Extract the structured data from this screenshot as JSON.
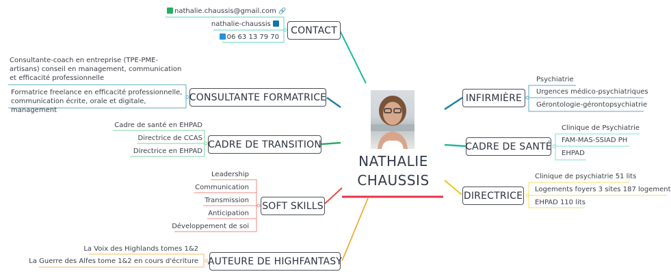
{
  "center": {
    "name_line1": "NATHALIE",
    "name_line2": "CHAUSSIS",
    "photo": "portrait-photo",
    "underline_color": "#e8334a"
  },
  "branches": {
    "contact": {
      "label": "CONTACT",
      "color": "#1abc9c",
      "items": [
        {
          "text": "nathalie.chaussis@gmail.com",
          "icon": "email-icon",
          "suffix_icon": "link-icon"
        },
        {
          "text": "nathalie-chaussis",
          "suffix_icon": "linkedin-icon"
        },
        {
          "text": "06 63 13 79 70",
          "icon": "phone-icon"
        }
      ]
    },
    "consultante": {
      "label": "CONSULTANTE FORMATRICE",
      "color": "#1a7f9c",
      "items": [
        {
          "text": "Consultante-coach en entreprise (TPE-PME-artisans) conseil en management, communication et efficacité professionnelle"
        },
        {
          "text": "Formatrice freelance  en efficacité professionnelle, communication écrite, orale et digitale, management"
        }
      ]
    },
    "transition": {
      "label": "CADRE DE TRANSITION",
      "color": "#27ae60",
      "items": [
        {
          "text": "Cadre de santé en EHPAD"
        },
        {
          "text": "Directrice de CCAS"
        },
        {
          "text": "Directrice en EHPAD"
        }
      ]
    },
    "soft": {
      "label": "SOFT SKILLS",
      "color": "#e74c3c",
      "items": [
        {
          "text": "Leadership"
        },
        {
          "text": "Communication"
        },
        {
          "text": "Transmission"
        },
        {
          "text": "Anticipation"
        },
        {
          "text": "Développement de soi"
        }
      ]
    },
    "auteure": {
      "label": "AUTEURE DE HIGHFANTASY",
      "color": "#f39c12",
      "items": [
        {
          "text": "La Voix des Highlands tomes 1&2"
        },
        {
          "text": "La Guerre des Alfes tome 1&2 en cours d'écriture"
        }
      ]
    },
    "infirmiere": {
      "label": "INFIRMIÈRE",
      "color": "#1a7f9c",
      "items": [
        {
          "text": "Psychiatrie"
        },
        {
          "text": "Urgences médico-psychiatriques"
        },
        {
          "text": "Gérontologie-gérontopsychiatrie"
        }
      ]
    },
    "cadre_sante": {
      "label": "CADRE DE SANTÉ",
      "color": "#1abc9c",
      "items": [
        {
          "text": "Clinique de Psychiatrie"
        },
        {
          "text": "FAM-MAS-SSIAD PH"
        },
        {
          "text": "EHPAD"
        }
      ]
    },
    "directrice": {
      "label": "DIRECTRICE",
      "color": "#f1c40f",
      "items": [
        {
          "text": "Clinique de psychiatrie 51 lits"
        },
        {
          "text": "Logements foyers 3 sites 187 logements"
        },
        {
          "text": "EHPAD 110 lits"
        }
      ]
    }
  }
}
